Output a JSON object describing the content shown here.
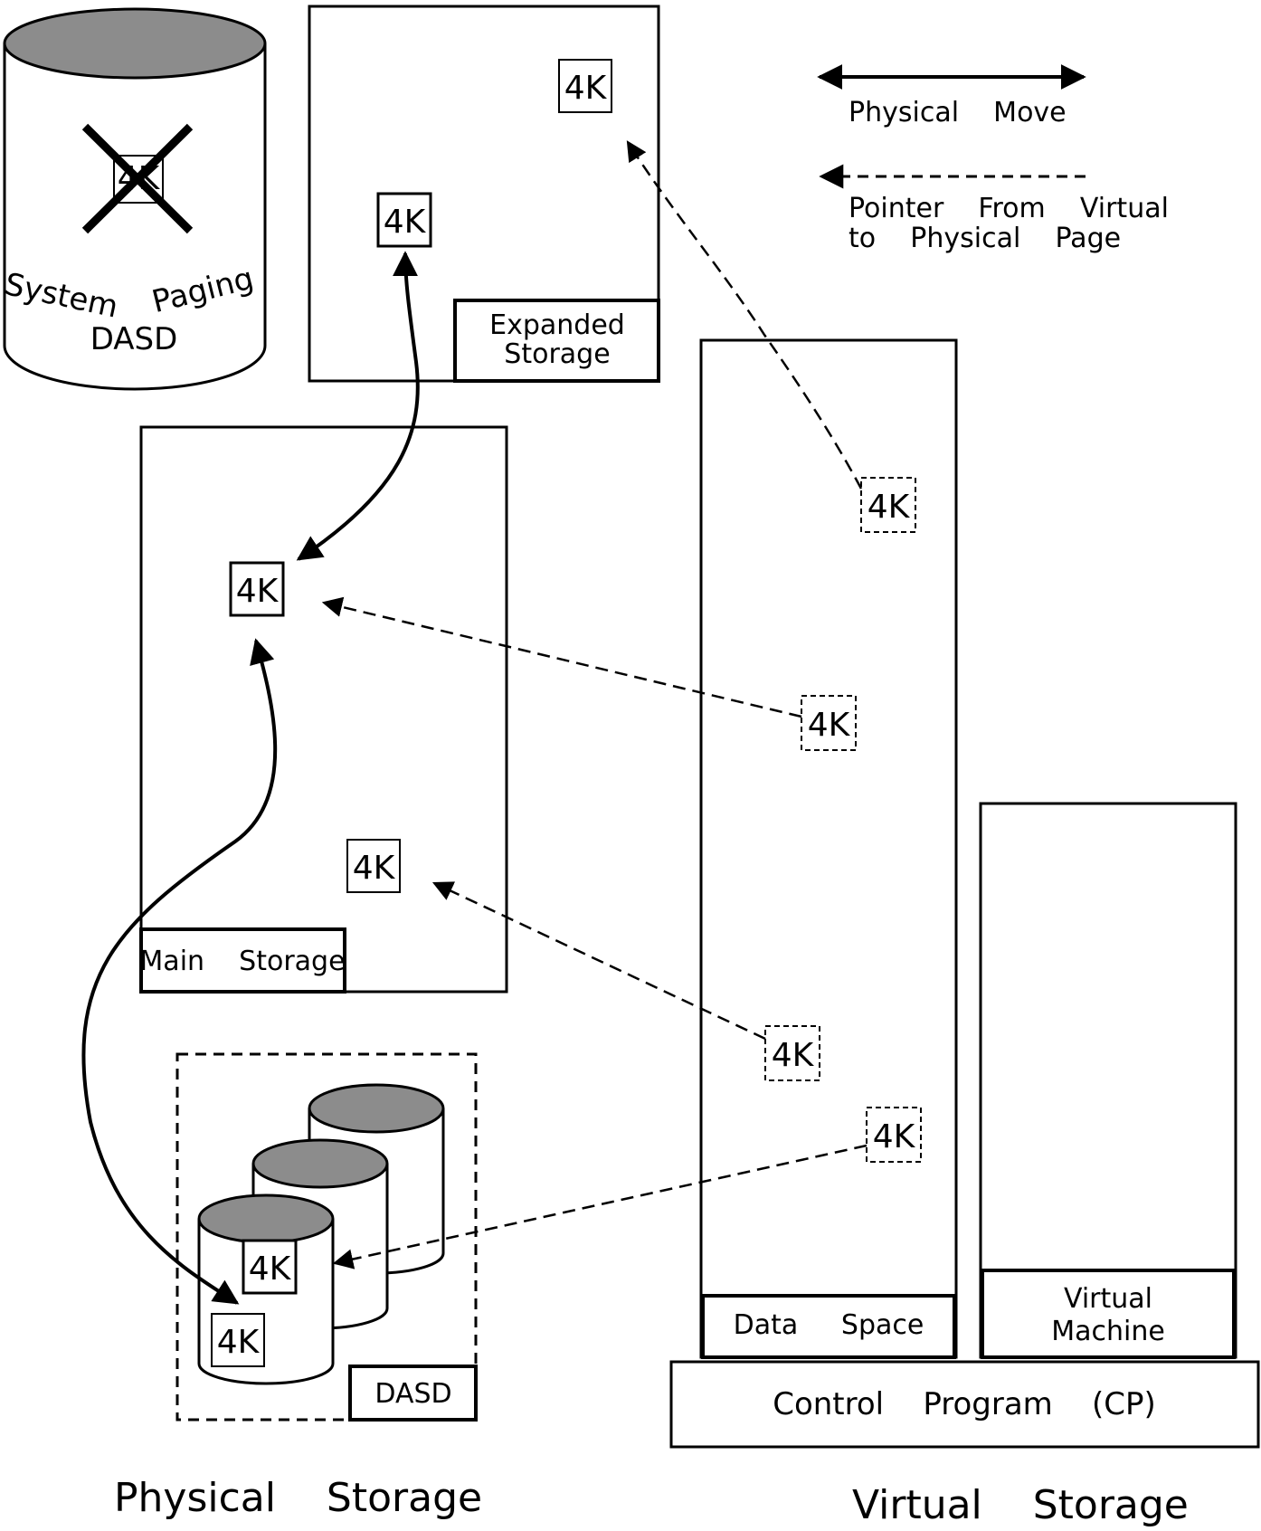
{
  "legend": {
    "physical_move": "Physical    Move",
    "pointer_line1": "Pointer    From    Virtual",
    "pointer_line2": "to    Physical    Page"
  },
  "paging_dasd": {
    "label_system": "System",
    "label_paging": "Paging",
    "label_dasd": "DASD",
    "page_label": "4K"
  },
  "expanded_storage": {
    "label_line1": "Expanded",
    "label_line2": "Storage",
    "page_top": "4K",
    "page_left": "4K"
  },
  "main_storage": {
    "label": "Main    Storage",
    "page_upper": "4K",
    "page_lower": "4K"
  },
  "dasd_group": {
    "label": "DASD",
    "page_upper": "4K",
    "page_lower": "4K"
  },
  "data_space": {
    "label": "Data     Space",
    "page1": "4K",
    "page2": "4K",
    "page3": "4K",
    "page4": "4K"
  },
  "virtual_machine": {
    "label_line1": "Virtual",
    "label_line2": "Machine"
  },
  "control_program": {
    "label": "Control    Program    (CP)"
  },
  "captions": {
    "physical_storage": "Physical    Storage",
    "virtual_storage": "Virtual    Storage"
  }
}
